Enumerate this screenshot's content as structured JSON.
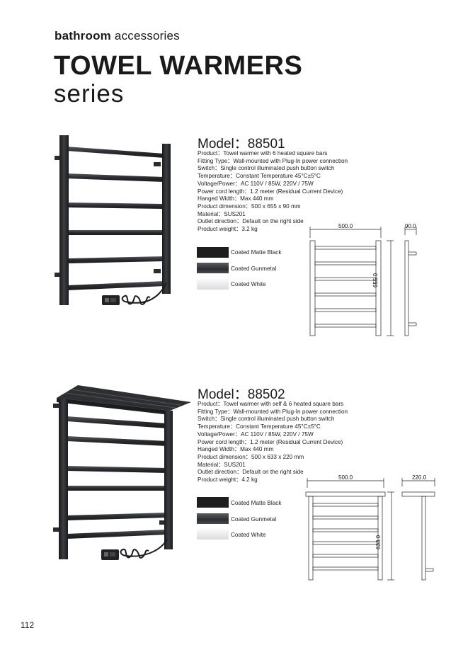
{
  "header": {
    "category_bold": "bathroom",
    "category_light": "accessories",
    "title": "TOWEL WARMERS",
    "subtitle": "series"
  },
  "products": [
    {
      "model": "Model：88501",
      "specs": [
        "Product：Towel warmer with 6 heated square bars",
        "Fitting Type：Wall-mounted with Plug-In power connection",
        "Switch：Single control illuminated push button switch",
        "Temperature：Constant Temperature 45°C±5°C",
        "Voltage/Power：AC 110V / 85W, 220V / 75W",
        "Power cord length：1.2 meter (Residual Current Device)",
        "Hanged Width：Max 440 mm",
        "Product dimension：500 x 655 x 90 mm",
        "Material：SUS201",
        "Outlet direction：Default on the right side",
        "Product weight：3.2 kg"
      ],
      "finishes": [
        {
          "label": "Coated Matte Black",
          "color": "#1e1e1e"
        },
        {
          "label": "Coated Gunmetal",
          "color": "#3b3e44"
        },
        {
          "label": "Coated White",
          "color": "#f2f2f2"
        }
      ],
      "dims": {
        "width": "500.0",
        "depth": "90.0",
        "height": "655.0"
      }
    },
    {
      "model": "Model：88502",
      "specs": [
        "Product：Towel warmer with self & 6 heated square bars",
        "Fitting Type：Wall-mounted with Plug-In power connection",
        "Switch：Single control illuminated push button switch",
        "Temperature：Constant Temperature 45°C±5°C",
        "Voltage/Power：AC 110V / 85W, 220V / 75W",
        "Power cord length：1.2 meter (Residual Current Device)",
        "Hanged Width：Max 440 mm",
        "Product dimension：500 x 633 x 220 mm",
        "Material：SUS201",
        "Outlet direction：Default on the right side",
        "Product weight：4.2 kg"
      ],
      "finishes": [
        {
          "label": "Coated Matte Black",
          "color": "#1e1e1e"
        },
        {
          "label": "Coated Gunmetal",
          "color": "#3b3e44"
        },
        {
          "label": "Coated White",
          "color": "#f2f2f2"
        }
      ],
      "dims": {
        "width": "500.0",
        "depth": "220.0",
        "height": "633.0"
      }
    }
  ],
  "page_number": "112"
}
